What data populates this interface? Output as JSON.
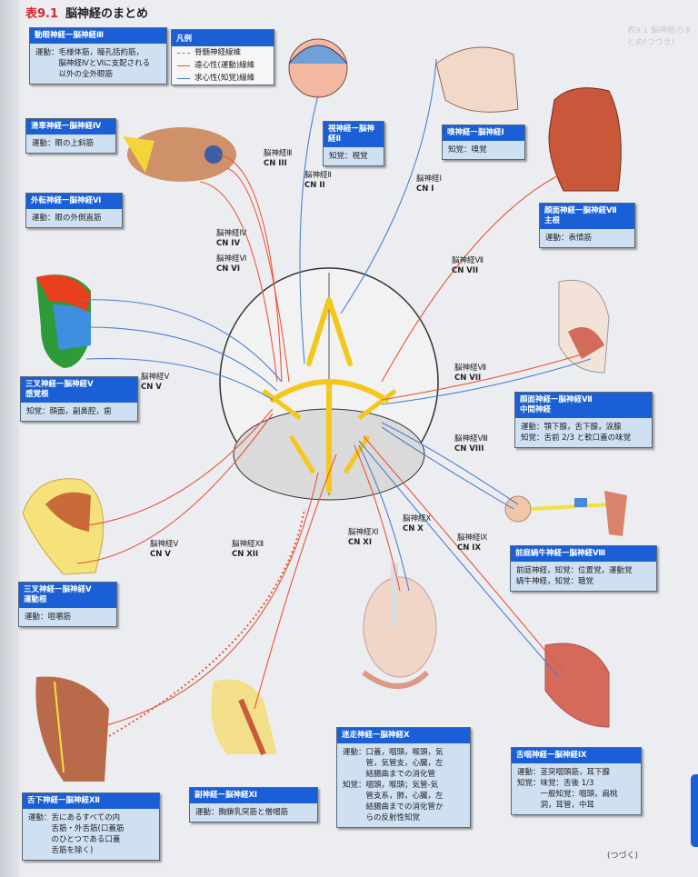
{
  "header": {
    "table_number": "表9.1",
    "title": "脳神経のまとめ",
    "ghost_title": "表9.1 脳神経のまとめ(つづき)"
  },
  "legend": {
    "title": "凡例",
    "items": [
      {
        "label": "脊髄神経線維",
        "color": "#e8553a",
        "style": "dashed"
      },
      {
        "label": "遠心性(運動)線維",
        "color": "#e8553a",
        "style": "solid"
      },
      {
        "label": "求心性(知覚)線維",
        "color": "#4a7fd4",
        "style": "solid"
      }
    ]
  },
  "boxes": {
    "cn3": {
      "title": "動眼神経ー脳神経Ⅲ",
      "body": "運動：毛様体筋，瞳孔括約筋，\n　　　脳神経ⅣとⅥに支配される\n　　　以外の全外眼筋"
    },
    "cn4": {
      "title": "滑車神経ー脳神経Ⅳ",
      "body": "運動：眼の上斜筋"
    },
    "cn6": {
      "title": "外転神経ー脳神経Ⅵ",
      "body": "運動：眼の外側直筋"
    },
    "cn2": {
      "title": "視神経ー脳神経Ⅱ",
      "body": "知覚：視覚"
    },
    "cn1": {
      "title": "嗅神経ー脳神経Ⅰ",
      "body": "知覚：嗅覚"
    },
    "cn7_main": {
      "title": "顔面神経ー脳神経Ⅶ\n主根",
      "body": "運動：表情筋"
    },
    "cn5_sensory": {
      "title": "三叉神経ー脳神経Ⅴ\n感覚根",
      "body": "知覚：顔面，副鼻腔，歯"
    },
    "cn7_intermediate": {
      "title": "顔面神経ー脳神経Ⅶ\n中間神経",
      "body": "運動：顎下腺，舌下腺，涙腺\n知覚：舌前 2/3 と軟口蓋の味覚"
    },
    "cn5_motor": {
      "title": "三叉神経ー脳神経Ⅴ\n運動根",
      "body": "運動：咀嚼筋"
    },
    "cn8": {
      "title": "前庭蝸牛神経ー脳神経Ⅷ",
      "body": "前庭神経，知覚：位置覚，運動覚\n蝸牛神経，知覚：聴覚"
    },
    "cn12": {
      "title": "舌下神経ー脳神経Ⅻ",
      "body": "運動：舌にあるすべての内\n　　　舌筋・外舌筋(口蓋筋\n　　　のひとつである口蓋\n　　　舌筋を除く)"
    },
    "cn11": {
      "title": "副神経ー脳神経Ⅺ",
      "body": "運動：胸鎖乳突筋と僧帽筋"
    },
    "cn10": {
      "title": "迷走神経ー脳神経Ⅹ",
      "body": "運動：口蓋，咽頭，喉頭，気\n　　　管，気管支，心臓，左\n　　　結腸曲までの消化管\n知覚：咽頭，喉頭；気管-気\n　　　管支系，肺，心臓，左\n　　　結腸曲までの消化管か\n　　　らの反射性知覚"
    },
    "cn9": {
      "title": "舌咽神経ー脳神経Ⅸ",
      "body": "運動：茎突咽頭筋，耳下腺\n知覚：味覚：舌後 1/3\n　　　一般知覚：咽頭，扁桃\n　　　洞，耳管，中耳"
    }
  },
  "labels": {
    "cn3": {
      "jp": "脳神経Ⅲ",
      "en": "CN III"
    },
    "cn2": {
      "jp": "脳神経Ⅱ",
      "en": "CN II"
    },
    "cn1": {
      "jp": "脳神経Ⅰ",
      "en": "CN I"
    },
    "cn4": {
      "jp": "脳神経Ⅳ",
      "en": "CN IV"
    },
    "cn6": {
      "jp": "脳神経Ⅵ",
      "en": "CN VI"
    },
    "cn7a": {
      "jp": "脳神経Ⅶ",
      "en": "CN VII"
    },
    "cn5a": {
      "jp": "脳神経Ⅴ",
      "en": "CN V"
    },
    "cn7b": {
      "jp": "脳神経Ⅶ",
      "en": "CN VII"
    },
    "cn8": {
      "jp": "脳神経Ⅷ",
      "en": "CN VIII"
    },
    "cn5b": {
      "jp": "脳神経Ⅴ",
      "en": "CN V"
    },
    "cn12": {
      "jp": "脳神経Ⅻ",
      "en": "CN XII"
    },
    "cn11": {
      "jp": "脳神経Ⅺ",
      "en": "CN XI"
    },
    "cn10": {
      "jp": "脳神経Ⅹ",
      "en": "CN X"
    },
    "cn9": {
      "jp": "脳神経Ⅸ",
      "en": "CN IX"
    }
  },
  "footer": {
    "continued": "(つづく)"
  },
  "colors": {
    "motor": "#e8553a",
    "sensory": "#4a7fd4",
    "box_header": "#1a5fd6",
    "box_body": "#cfe0f3"
  }
}
